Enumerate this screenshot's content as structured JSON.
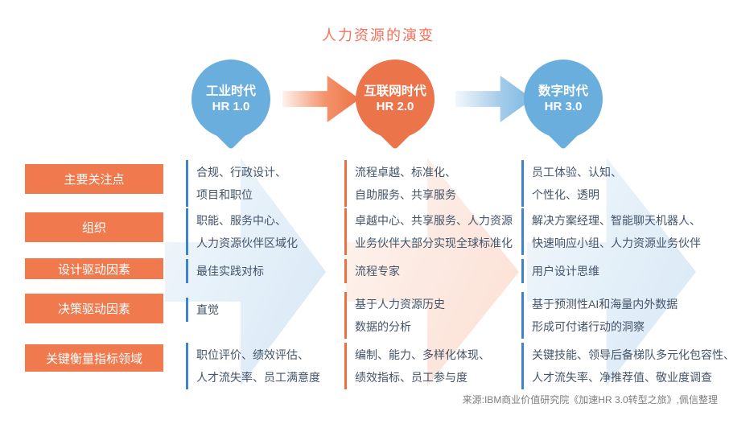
{
  "title": "人力资源的演变",
  "eras": [
    {
      "era": "工业时代",
      "version": "HR 1.0",
      "color": "#6aaedd"
    },
    {
      "era": "互联网时代",
      "version": "HR 2.0",
      "color": "#ec744a"
    },
    {
      "era": "数字时代",
      "version": "HR 3.0",
      "color": "#6aaedd"
    }
  ],
  "rows": [
    {
      "label": "主要关注点",
      "cols": [
        [
          "合规、行政设计、",
          "项目和职位"
        ],
        [
          "流程卓越、标准化、",
          "自助服务、共享服务"
        ],
        [
          "员工体验、认知、",
          "个性化、透明"
        ]
      ]
    },
    {
      "label": "组织",
      "cols": [
        [
          "职能、服务中心、",
          "人力资源伙伴区域化"
        ],
        [
          "卓越中心、共享服务、人力资源",
          "业务伙伴大部分实现全球标准化"
        ],
        [
          "解决方案经理、智能聊天机器人、",
          "快速响应小组、人力资源业务伙伴"
        ]
      ]
    },
    {
      "label": "设计驱动因素",
      "cols": [
        [
          "最佳实践对标"
        ],
        [
          "流程专家"
        ],
        [
          "用户设计思维"
        ]
      ]
    },
    {
      "label": "决策驱动因素",
      "cols": [
        [
          "直觉"
        ],
        [
          "基于人力资源历史",
          "数据的分析"
        ],
        [
          "基于预测性AI和海量内外数据",
          "形成可付诸行动的洞察"
        ]
      ]
    },
    {
      "label": "关键衡量指标领域",
      "cols": [
        [
          "职位评价、绩效评估、",
          "人才流失率、员工满意度"
        ],
        [
          "编制、能力、多样化体现、",
          "绩效指标、员工参与度"
        ],
        [
          "关键技能、领导后备梯队多元化包容性、",
          "人才流失率、净推荐值、敬业度调查"
        ]
      ]
    }
  ],
  "source": "来源:IBM商业价值研究院《加速HR 3.0转型之旅》,佩信整理",
  "icons": {
    "flow_arrow": "arrow-right",
    "background_watermark": "arrow-right"
  },
  "colors": {
    "title_text": "#f7705a",
    "balloon_blue": "#6aaedd",
    "balloon_orange": "#ec744a",
    "label_box": "#f0794e",
    "bar_blue": "#3d85c6",
    "bar_orange": "#ec6e41",
    "body_text": "#44546a",
    "source_text": "#7d7d7d"
  }
}
